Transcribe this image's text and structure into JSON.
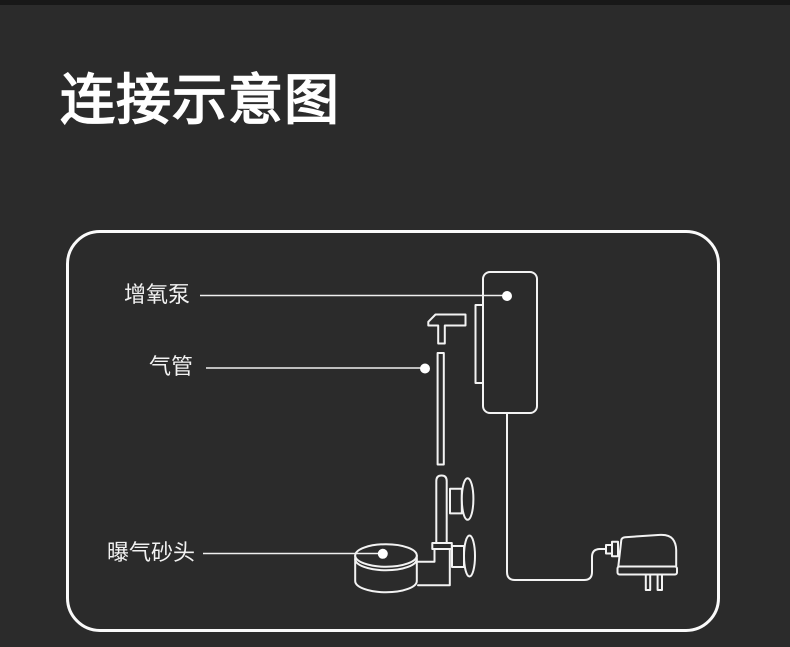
{
  "title": "连接示意图",
  "colors": {
    "background": "#2b2b2b",
    "top_bar": "#181818",
    "line": "#f3f3f3",
    "box_border": "#fafafa",
    "label_text": "#f2f2f2",
    "title_text": "#ffffff"
  },
  "diagram": {
    "callouts": [
      {
        "label": "增氧泵",
        "target": "air-pump"
      },
      {
        "label": "气管",
        "target": "air-tube"
      },
      {
        "label": "曝气砂头",
        "target": "air-stone"
      }
    ],
    "parts": [
      "air-pump",
      "pump-outlet",
      "air-tube",
      "suction-cups",
      "elbow-connector",
      "air-stone",
      "power-cord",
      "power-adapter",
      "plug-prongs"
    ]
  }
}
